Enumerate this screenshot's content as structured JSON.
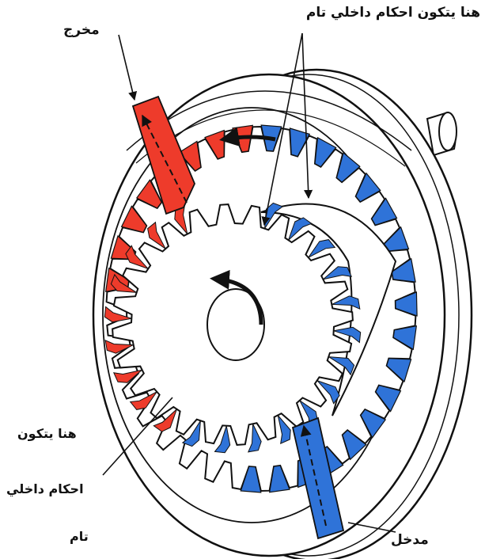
{
  "labels": {
    "full_seal_top": "هنا يتكون احكام داخلي تام",
    "outlet": "مخرج",
    "full_seal_side_line1": "هنا يتكون",
    "full_seal_side_line2": "احكام داخلي",
    "full_seal_side_line3": "تام",
    "inlet": "مدخل"
  },
  "colors": {
    "outline": "#111111",
    "outlet_oil": "#ee3b2b",
    "inlet_oil": "#2f73d8",
    "background": "#ffffff"
  },
  "icons": {
    "rotation_outer": "curved-arrow-left",
    "rotation_inner": "curved-arrow-counterclockwise"
  }
}
